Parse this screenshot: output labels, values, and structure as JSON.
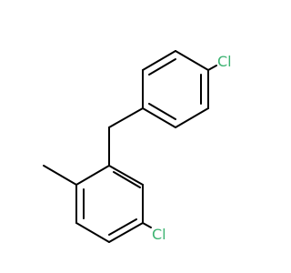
{
  "molecule": {
    "atoms": [
      {
        "id": "cl_top",
        "symbol": "Cl"
      },
      {
        "id": "cl_bottom",
        "symbol": "Cl"
      }
    ]
  },
  "colors": {
    "chlorine": "#3CB371",
    "bond": "#000000",
    "background": "#FFFFFF"
  }
}
